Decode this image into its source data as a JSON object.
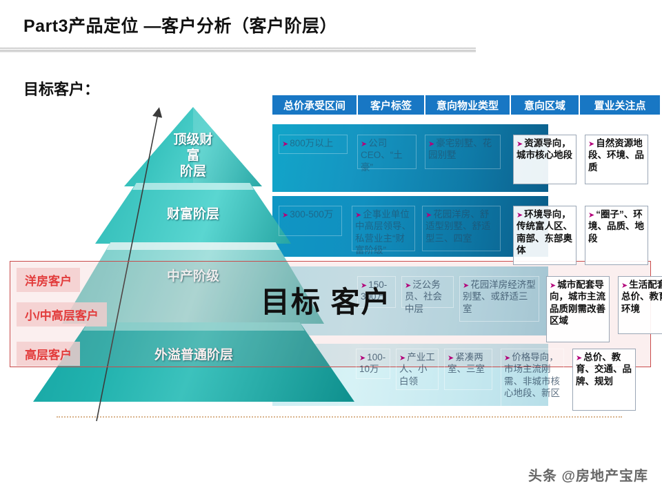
{
  "slide": {
    "title": "Part3产品定位 —客户分析（客户阶层）",
    "subtitle": "目标客户：",
    "overlay_text": "目标 客户",
    "watermark": "头条 @房地产宝库",
    "accent_header_color": "#1877c4",
    "highlight_border_color": "#c94b4b",
    "red_tag_color": "#e23b3b"
  },
  "pyramid": {
    "levels": [
      {
        "label": "顶级财\n富\n阶层"
      },
      {
        "label": "财富阶层"
      },
      {
        "label": "中产阶级"
      },
      {
        "label": "外溢普通阶层"
      }
    ],
    "arrow_name": "growth-arrow"
  },
  "left_tags": [
    {
      "label": "洋房客户"
    },
    {
      "label": "小/中高层客户"
    },
    {
      "label": "高层客户"
    }
  ],
  "matrix": {
    "headers": [
      "总价承受区间",
      "客户标签",
      "意向物业类型",
      "意向区域",
      "置业关注点"
    ],
    "rows": [
      {
        "tier": "顶级财富阶层",
        "cells": [
          "800万以上",
          "公司CEO、“土豪”",
          "豪宅别墅、花园别墅",
          "资源导向，城市核心地段",
          "自然资源地段、环境、品质"
        ]
      },
      {
        "tier": "财富阶层",
        "cells": [
          "300-500万",
          "企事业单位中高层领导、私营业主“财富阶级”",
          "花园洋房、舒适型别墅、舒适型三、四室",
          "环境导向，传统富人区、南部、东部奥体",
          "“圈子”、环境、品质、地段"
        ]
      },
      {
        "tier": "中产阶级",
        "cells": [
          "150-300万",
          "泛公务员、社会中层",
          "花园洋房经济型别墅、或舒适三室",
          "城市配套导向，城市主流品质刚需改善区域",
          "生活配套、总价、教育、环境"
        ]
      },
      {
        "tier": "外溢普通阶层",
        "cells": [
          "100-10万",
          "产业工人、小白领",
          "紧凑两室、三室",
          "价格导向，市场主流刚需、非城市核心地段、新区",
          "总价、教育、交通、品牌、规划"
        ]
      }
    ]
  }
}
